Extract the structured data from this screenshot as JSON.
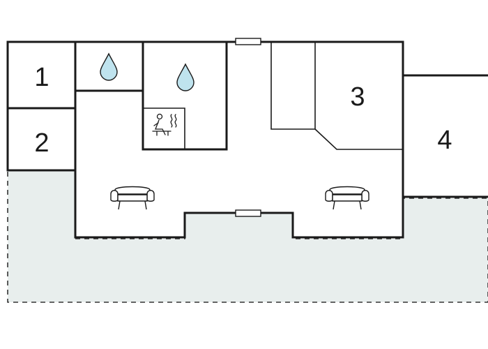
{
  "floor_plan": {
    "rooms": [
      {
        "id": "room-1",
        "label": "1"
      },
      {
        "id": "room-2",
        "label": "2"
      },
      {
        "id": "room-3",
        "label": "3"
      },
      {
        "id": "room-4",
        "label": "4"
      }
    ],
    "fixtures": [
      {
        "type": "shower",
        "icon": "water-drop-icon"
      },
      {
        "type": "bathroom",
        "icon": "water-drop-icon"
      },
      {
        "type": "sauna",
        "icon": "sauna-icon"
      },
      {
        "type": "armchair",
        "icon": "armchair-icon"
      },
      {
        "type": "armchair",
        "icon": "armchair-icon"
      }
    ],
    "colors": {
      "walls": "#1a1a1a",
      "terrace": "#e8eeed",
      "water": "#bfe3ee",
      "background": "#ffffff"
    }
  }
}
